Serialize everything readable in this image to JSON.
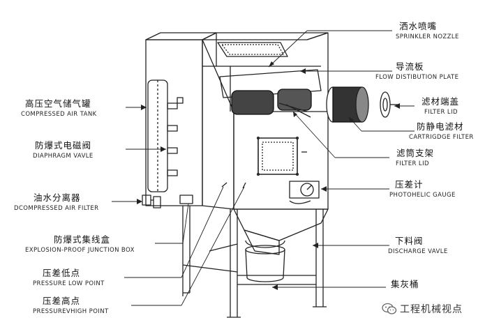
{
  "labels": {
    "sprinkler_zh": "洒水喷嘴",
    "sprinkler_en": "SPRINKLER NOZZLE",
    "flow_zh": "导流板",
    "flow_en": "FLOW DISTIBUTION PLATE",
    "filterlid_zh": "滤材端盖",
    "filterlid_en": "FILTER LID",
    "cartridge_zh": "防静电滤材",
    "cartridge_en": "CARTRIGDGE FILTER",
    "holder_zh": "滤筒支架",
    "holder_en": "FILTER LID",
    "gauge_zh": "压差计",
    "gauge_en": "PHOTOHELIC GAUGE",
    "discharge_zh": "下料阀",
    "discharge_en": "DISCHARGE VAVLE",
    "dustbin_zh": "集灰桶",
    "airtank_zh": "高压空气储气罐",
    "airtank_en": "COMPRESSED AIR TANK",
    "diaphragm_zh": "防爆式电磁阀",
    "diaphragm_en": "DIAPHRAGM VAVLE",
    "oilwater_zh": "油水分离器",
    "oilwater_en": "DCOMPRESSED AIR FILTER",
    "junction_zh": "防爆式集线盒",
    "junction_en": "EXPLOSION-PROOF JUNCTION BOX",
    "plow_zh": "压差低点",
    "plow_en": "PRESSURE LOW POINT",
    "phigh_zh": "压差高点",
    "phigh_en": "PRESSUREVHIGH POINT"
  },
  "watermark": {
    "icon": "wechat-icon",
    "text": "工程机械视点"
  }
}
